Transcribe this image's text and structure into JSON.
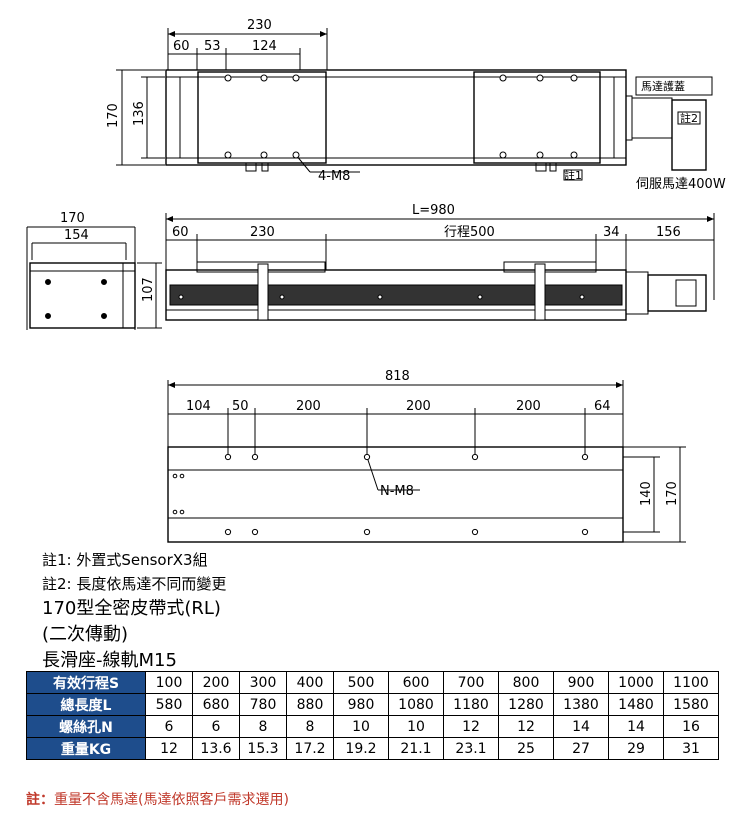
{
  "top_view": {
    "dims": [
      "230",
      "60",
      "53",
      "124",
      "170",
      "136"
    ],
    "callout_holes": "4-M8",
    "motor_cover": "馬達護蓋",
    "note2_tag": "註2",
    "note1_tag": "註1",
    "servo_label": "伺服馬達400W"
  },
  "side_view": {
    "dims": [
      "170",
      "154",
      "107",
      "L=980",
      "60",
      "230",
      "行程500",
      "34",
      "156"
    ]
  },
  "bottom_view": {
    "dims": [
      "818",
      "104",
      "50",
      "200",
      "200",
      "200",
      "64",
      "140",
      "170"
    ],
    "callout_holes": "N-M8"
  },
  "notes": {
    "note1": "註1: 外置式SensorX3組",
    "note2": "註2: 長度依馬達不同而變更",
    "model": "170型全密皮帶式(RL)",
    "drive": "(二次傳動)",
    "slider": "長滑座-線軌M15"
  },
  "spec_table": {
    "rows": [
      {
        "header": "有效行程S",
        "values": [
          "100",
          "200",
          "300",
          "400",
          "500",
          "600",
          "700",
          "800",
          "900",
          "1000",
          "1100"
        ]
      },
      {
        "header": "總長度L",
        "values": [
          "580",
          "680",
          "780",
          "880",
          "980",
          "1080",
          "1180",
          "1280",
          "1380",
          "1480",
          "1580"
        ]
      },
      {
        "header": "螺絲孔N",
        "values": [
          "6",
          "6",
          "8",
          "8",
          "10",
          "10",
          "12",
          "12",
          "14",
          "14",
          "16"
        ]
      },
      {
        "header": "重量KG",
        "values": [
          "12",
          "13.6",
          "15.3",
          "17.2",
          "19.2",
          "21.1",
          "23.1",
          "25",
          "27",
          "29",
          "31"
        ]
      }
    ]
  },
  "footnote": {
    "prefix": "註：",
    "text": "重量不含馬達(馬達依照客戶需求選用)"
  }
}
